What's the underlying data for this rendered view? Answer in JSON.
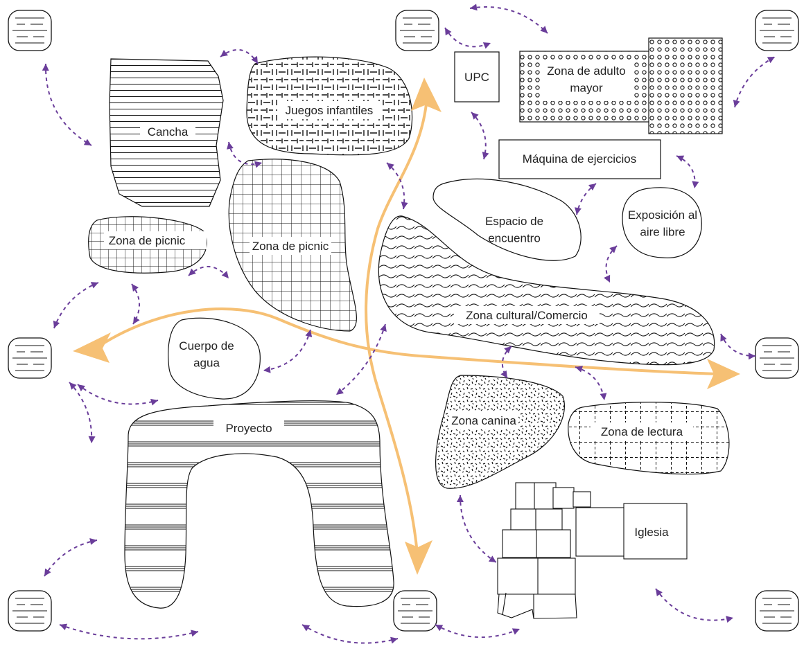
{
  "zones": {
    "upc": "UPC",
    "adulto_mayor": "Zona de adulto\nmayor",
    "maquina": "Máquina de ejercicios",
    "exposicion": "Exposición al\naire libre",
    "espacio": "Espacio de\nencuentro",
    "cultural": "Zona cultural/Comercio",
    "cancha": "Cancha",
    "juegos": "Juegos infantiles",
    "picnic_small": "Zona de picnic",
    "picnic_large": "Zona de picnic",
    "cuerpo_agua": "Cuerpo de\nagua",
    "proyecto": "Proyecto",
    "canina": "Zona canina",
    "lectura": "Zona de lectura",
    "iglesia": "Iglesia"
  },
  "colors": {
    "main_axis": "#f6c074",
    "connection": "#6a3d9a",
    "outline": "#111111"
  },
  "icons": [
    "access-node-icon"
  ]
}
